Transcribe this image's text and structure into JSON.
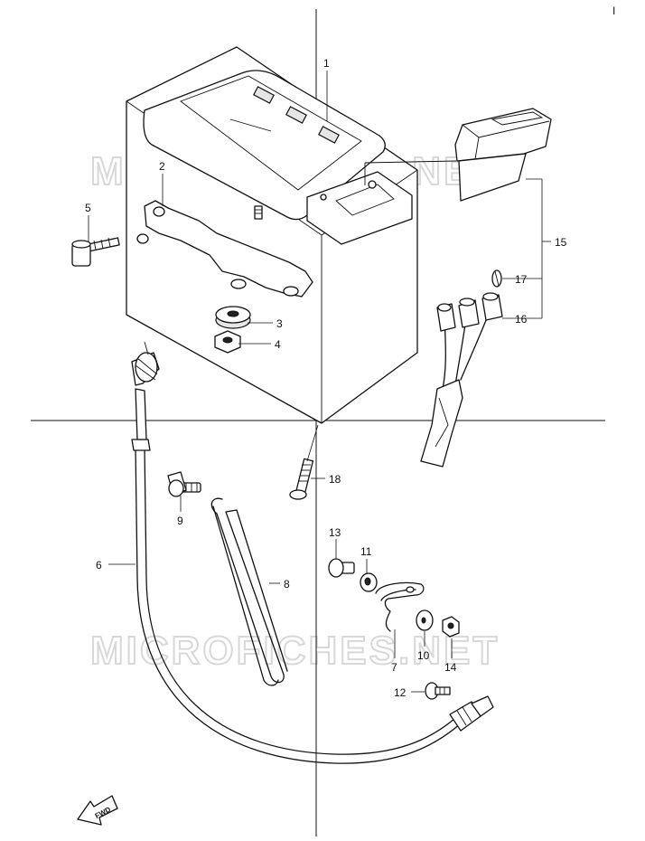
{
  "page": {
    "corner_mark": "I"
  },
  "watermark": {
    "top_text": "MICROFICHES.NET",
    "bottom_text": "MICROFICHES.NET"
  },
  "direction_marker": {
    "label": "FWD"
  },
  "callouts": {
    "c1": "1",
    "c2": "2",
    "c3": "3",
    "c4": "4",
    "c5": "5",
    "c6": "6",
    "c7": "7",
    "c8": "8",
    "c9": "9",
    "c10": "10",
    "c11": "11",
    "c12": "12",
    "c13": "13",
    "c14": "14",
    "c15": "15",
    "c16": "16",
    "c17": "17",
    "c18": "18"
  }
}
